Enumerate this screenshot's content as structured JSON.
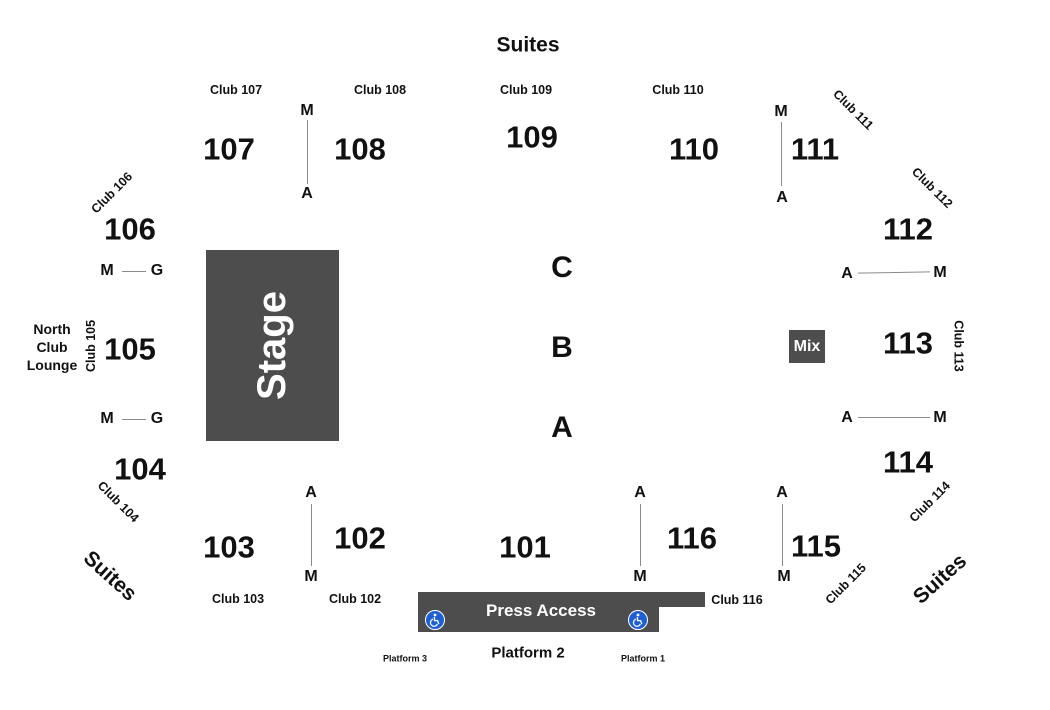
{
  "suites": {
    "top": "Suites",
    "bottom_left": "Suites",
    "bottom_right": "Suites"
  },
  "sections": {
    "s101": "101",
    "s102": "102",
    "s103": "103",
    "s104": "104",
    "s105": "105",
    "s106": "106",
    "s107": "107",
    "s108": "108",
    "s109": "109",
    "s110": "110",
    "s111": "111",
    "s112": "112",
    "s113": "113",
    "s114": "114",
    "s115": "115",
    "s116": "116"
  },
  "clubs": {
    "c102": "Club 102",
    "c103": "Club 103",
    "c104": "Club 104",
    "c105": "Club 105",
    "c106": "Club 106",
    "c107": "Club 107",
    "c108": "Club 108",
    "c109": "Club 109",
    "c110": "Club 110",
    "c111": "Club 111",
    "c112": "Club 112",
    "c113": "Club 113",
    "c114": "Club 114",
    "c115": "Club 115",
    "c116": "Club 116"
  },
  "lounge": {
    "line1": "North",
    "line2": "Club",
    "line3": "Lounge"
  },
  "floor_rows": {
    "a": "A",
    "b": "B",
    "c": "C"
  },
  "vomitory": {
    "m": "M",
    "a": "A",
    "g": "G"
  },
  "stage_label": "Stage",
  "mix_label": "Mix",
  "press_access": "Press Access",
  "platforms": {
    "p1": "Platform 1",
    "p2": "Platform 2",
    "p3": "Platform 3"
  },
  "icons": {
    "accessible": "wheelchair-icon"
  },
  "colors": {
    "block_fill": "#4d4d4d",
    "line": "#8a8a8a",
    "accessible_blue": "#1f5fd6"
  }
}
